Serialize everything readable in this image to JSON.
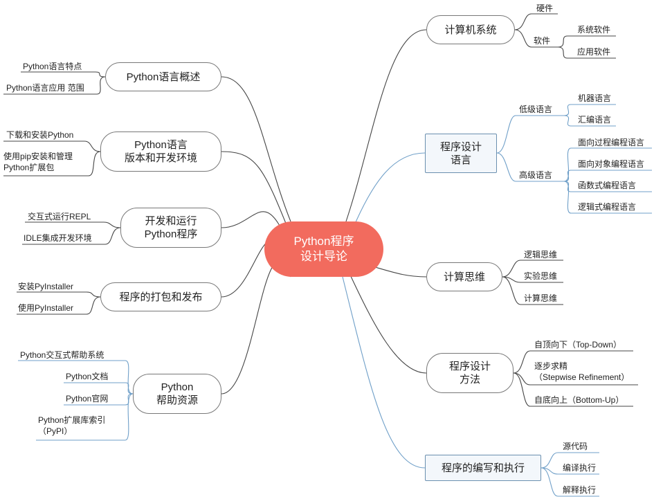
{
  "root": {
    "label": "Python程序\n设计导论"
  },
  "left": [
    {
      "label": "Python语言概述",
      "leaves": [
        "Python语言特点",
        "Python语言应用 范围"
      ]
    },
    {
      "label": "Python语言\n版本和开发环境",
      "leaves": [
        "下载和安装Python",
        "使用pip安装和管理\nPython扩展包"
      ]
    },
    {
      "label": "开发和运行\nPython程序",
      "leaves": [
        "交互式运行REPL",
        "IDLE集成开发环境"
      ]
    },
    {
      "label": "程序的打包和发布",
      "leaves": [
        "安装PyInstaller",
        "使用PyInstaller"
      ]
    },
    {
      "label": "Python\n帮助资源",
      "leaves": [
        "Python交互式帮助系统",
        "Python文档",
        "Python官网",
        "Python扩展库索引\n（PyPI）"
      ]
    }
  ],
  "right": [
    {
      "label": "计算机系统",
      "children": [
        {
          "label": "硬件",
          "leaves": []
        },
        {
          "label": "软件",
          "leaves": [
            "系统软件",
            "应用软件"
          ]
        }
      ]
    },
    {
      "label": "程序设计\n语言",
      "children": [
        {
          "label": "低级语言",
          "leaves": [
            "机器语言",
            "汇编语言"
          ]
        },
        {
          "label": "高级语言",
          "leaves": [
            "面向过程编程语言",
            "面向对象编程语言",
            "函数式编程语言",
            "逻辑式编程语言"
          ]
        }
      ]
    },
    {
      "label": "计算思维",
      "leaves": [
        "逻辑思维",
        "实验思维",
        "计算思维"
      ]
    },
    {
      "label": "程序设计\n方法",
      "leaves": [
        "自顶向下（Top-Down）",
        "逐步求精\n（Stepwise Refinement）",
        "自底向上（Bottom-Up）"
      ]
    },
    {
      "label": "程序的编写和执行",
      "leaves": [
        "源代码",
        "编译执行",
        "解释执行"
      ]
    }
  ]
}
